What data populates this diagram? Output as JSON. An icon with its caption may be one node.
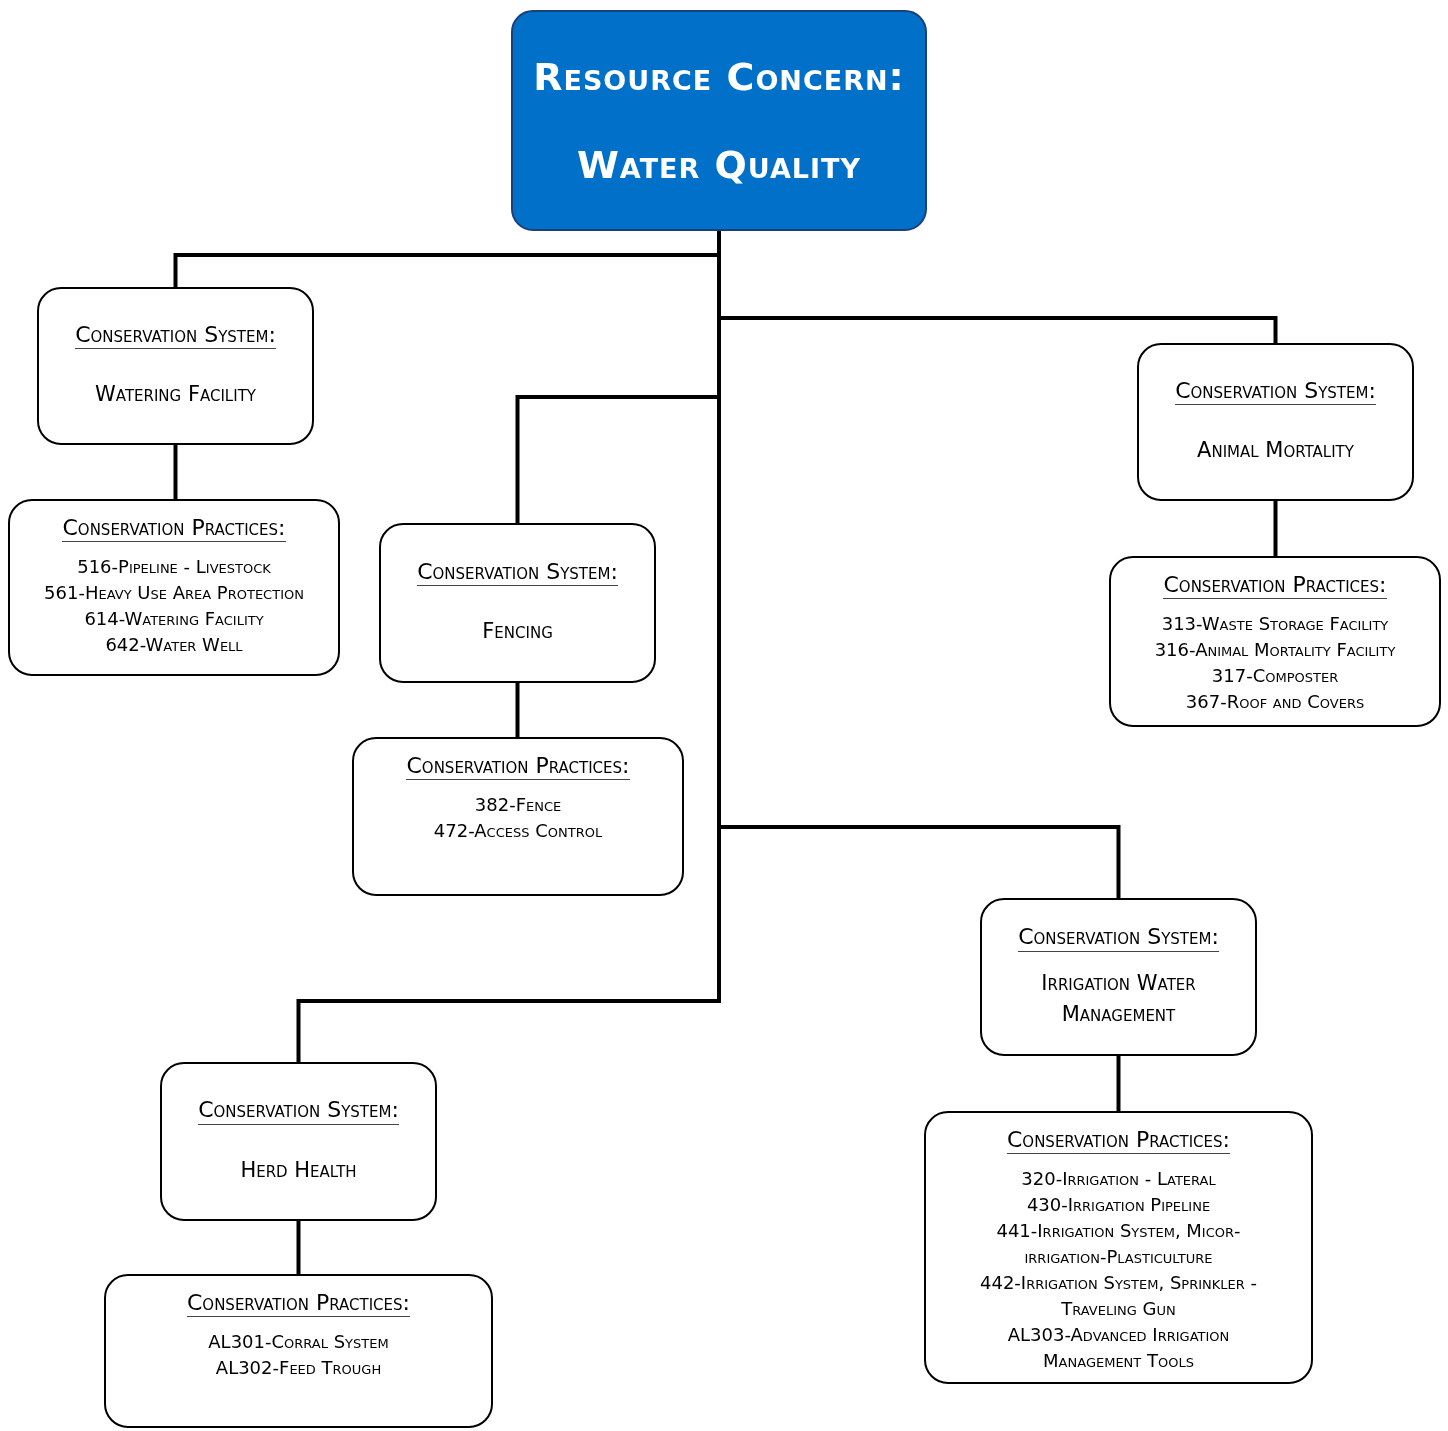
{
  "diagram": {
    "nodes": [
      {
        "text": [
          "Resource Concern:",
          "Water Quality"
        ]
      },
      {
        "text": [
          "Conservation System:",
          "Watering Facility"
        ]
      },
      {
        "text": [
          "Conservation Practices:",
          "516-Pipeline - Livestock",
          "561-Heavy Use Area Protection",
          "614-Watering Facility",
          "642-Water Well"
        ]
      },
      {
        "text": [
          "Conservation System:",
          "Fencing"
        ]
      },
      {
        "text": [
          "Conservation Practices:",
          "382-Fence",
          "472-Access Control"
        ]
      },
      {
        "text": [
          "Conservation System:",
          "Animal Mortality"
        ]
      },
      {
        "text": [
          "Conservation Practices:",
          "313-Waste Storage Facility",
          "316-Animal Mortality Facility",
          "317-Composter",
          "367-Roof and Covers"
        ]
      },
      {
        "text": [
          "Conservation System:",
          "Irrigation Water Management"
        ]
      },
      {
        "text": [
          "Conservation Practices:",
          "320-Irrigation - Lateral",
          "430-Irrigation Pipeline",
          "441-Irrigation System, Micor-irrigation-Plasticulture",
          "442-Irrigation System, Sprinkler - Traveling Gun",
          "AL303-Advanced Irrigation Management Tools"
        ]
      },
      {
        "text": [
          "Conservation System:",
          "Herd Health"
        ]
      },
      {
        "text": [
          "Conservation Practices:",
          "AL301-Corral System",
          "AL302-Feed Trough"
        ]
      }
    ],
    "edges": [
      {
        "from": 0,
        "to": 1,
        "arrow": "none"
      },
      {
        "from": 0,
        "to": 3,
        "arrow": "none"
      },
      {
        "from": 0,
        "to": 5,
        "arrow": "none"
      },
      {
        "from": 0,
        "to": 7,
        "arrow": "none"
      },
      {
        "from": 0,
        "to": 9,
        "arrow": "none"
      },
      {
        "from": 1,
        "to": 2,
        "arrow": "none"
      },
      {
        "from": 3,
        "to": 4,
        "arrow": "none"
      },
      {
        "from": 5,
        "to": 6,
        "arrow": "none"
      },
      {
        "from": 7,
        "to": 8,
        "arrow": "none"
      },
      {
        "from": 9,
        "to": 10,
        "arrow": "none"
      }
    ]
  }
}
